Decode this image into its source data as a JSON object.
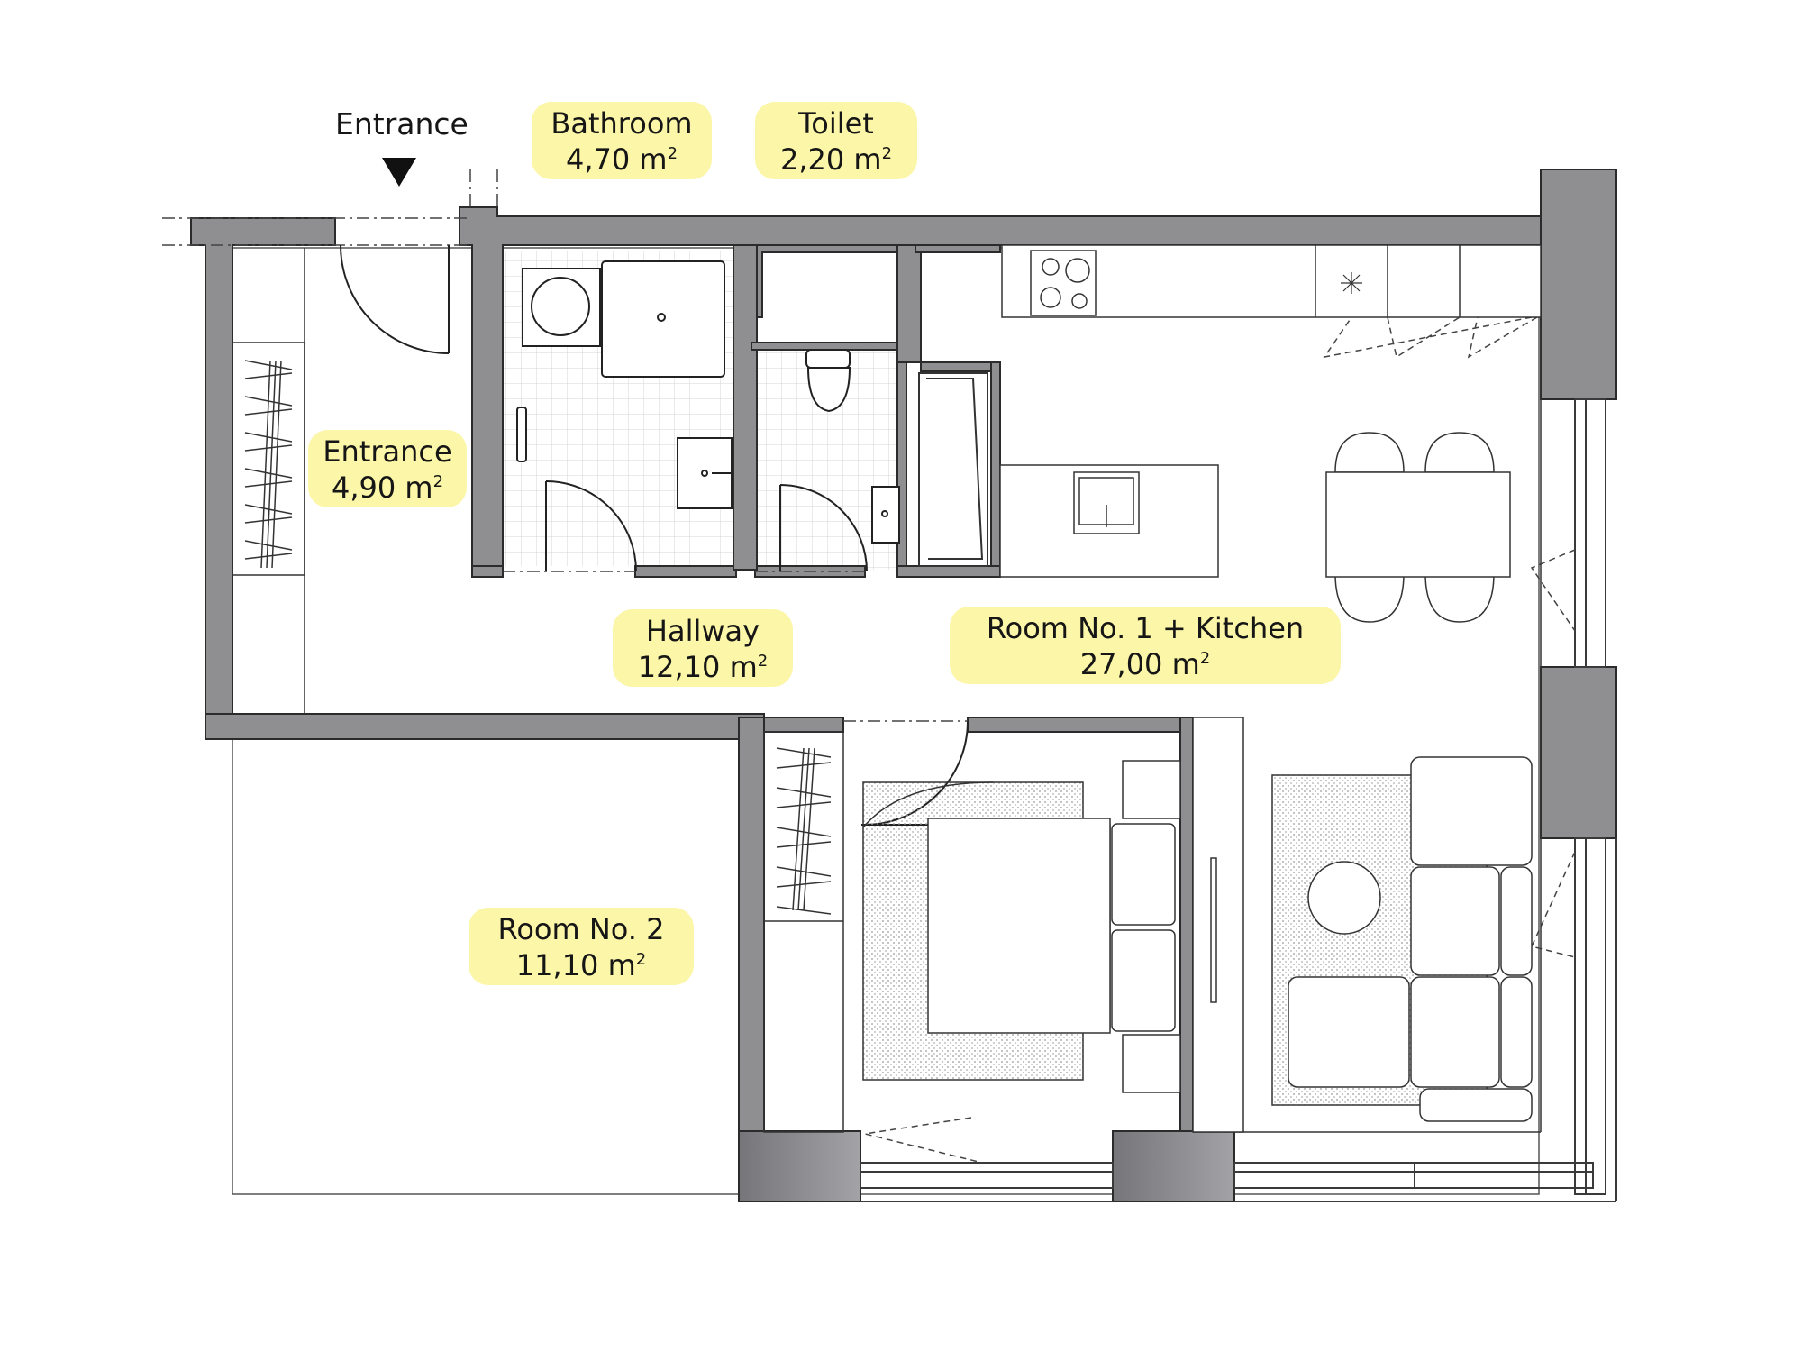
{
  "entrance_marker": {
    "label": "Entrance"
  },
  "rooms": [
    {
      "key": "bathroom",
      "name": "Bathroom",
      "area": "4,70 m",
      "unit_exp": "2"
    },
    {
      "key": "toilet",
      "name": "Toilet",
      "area": "2,20 m",
      "unit_exp": "2"
    },
    {
      "key": "entrance",
      "name": "Entrance",
      "area": "4,90 m",
      "unit_exp": "2"
    },
    {
      "key": "hallway",
      "name": "Hallway",
      "area": "12,10 m",
      "unit_exp": "2"
    },
    {
      "key": "room1",
      "name": "Room No. 1 + Kitchen",
      "area": "27,00 m",
      "unit_exp": "2"
    },
    {
      "key": "room2",
      "name": "Room No. 2",
      "area": "11,10 m",
      "unit_exp": "2"
    }
  ],
  "colors": {
    "wall": "#8f8e91",
    "wall_edge": "#2b2b2b",
    "label_bg": "#fcf6a8",
    "line": "#3a3a3a",
    "text": "#161616"
  }
}
